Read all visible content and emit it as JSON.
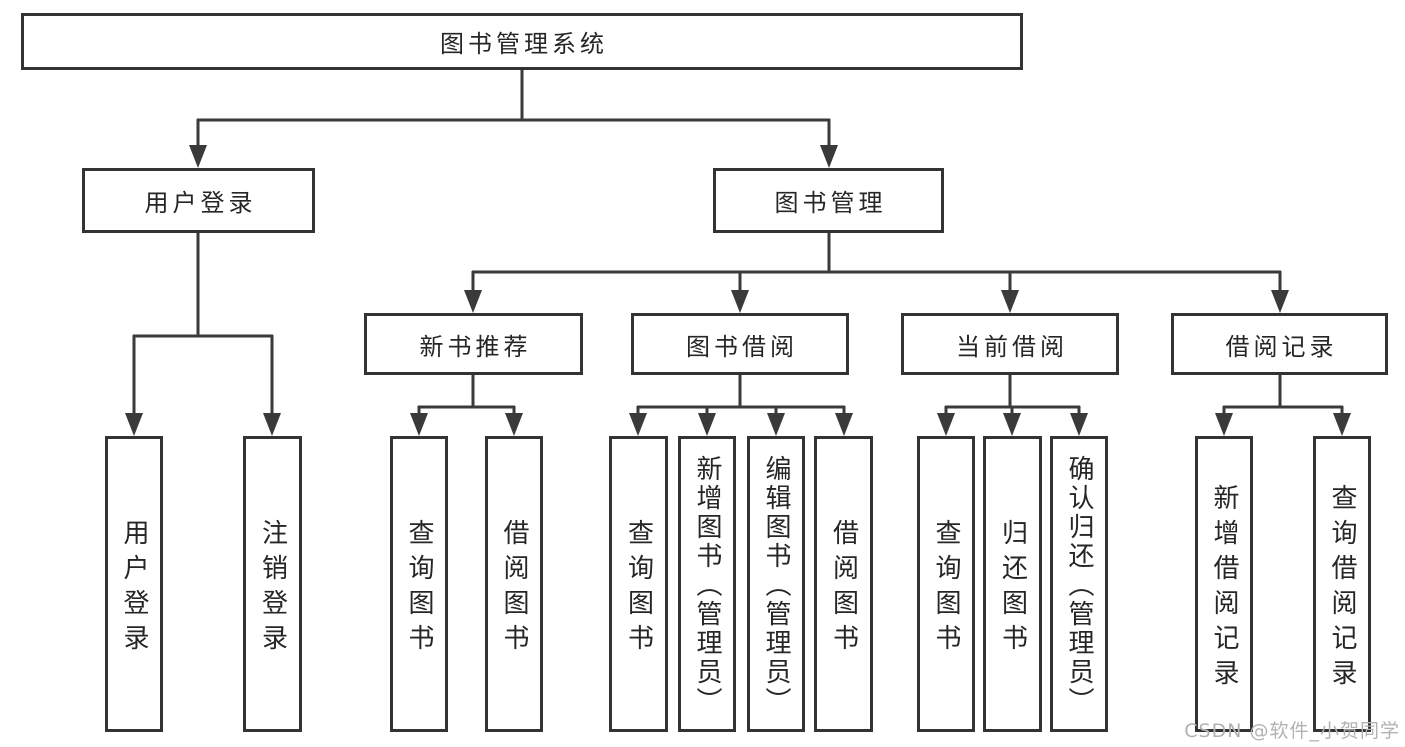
{
  "diagram_type": "hierarchy-tree",
  "root": {
    "label": "图书管理系统",
    "children": [
      {
        "label": "用户登录",
        "children": [
          {
            "label": "用户登录"
          },
          {
            "label": "注销登录"
          }
        ]
      },
      {
        "label": "图书管理",
        "children": [
          {
            "label": "新书推荐",
            "children": [
              {
                "label": "查询图书"
              },
              {
                "label": "借阅图书"
              }
            ]
          },
          {
            "label": "图书借阅",
            "children": [
              {
                "label": "查询图书"
              },
              {
                "label": "新增图书（管理员）"
              },
              {
                "label": "编辑图书（管理员）"
              },
              {
                "label": "借阅图书"
              }
            ]
          },
          {
            "label": "当前借阅",
            "children": [
              {
                "label": "查询图书"
              },
              {
                "label": "归还图书"
              },
              {
                "label": "确认归还（管理员）"
              }
            ]
          },
          {
            "label": "借阅记录",
            "children": [
              {
                "label": "新增借阅记录"
              },
              {
                "label": "查询借阅记录"
              }
            ]
          }
        ]
      }
    ]
  },
  "watermark": {
    "text": "CSDN @软件_小贺同学"
  },
  "colors": {
    "background": "#ffffff",
    "box_border": "#333333",
    "line": "#3a3a3a",
    "text": "#262626",
    "watermark": "#b2b2b2"
  }
}
